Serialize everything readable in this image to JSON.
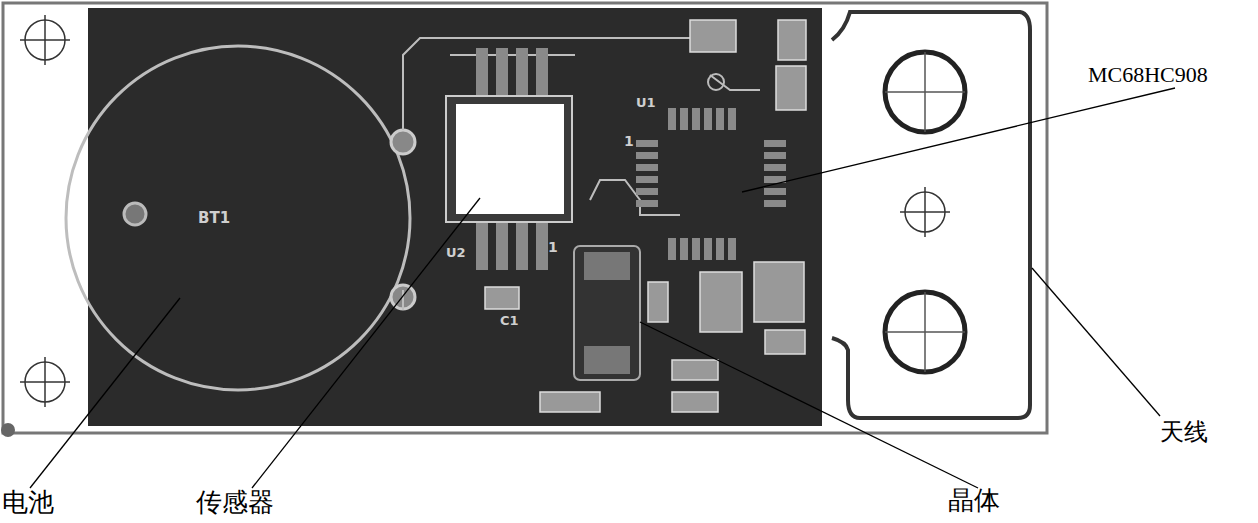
{
  "diagram": {
    "labels": [
      "MC68HC908",
      "天线",
      "电池",
      "传感器",
      "晶体",
      "BT1",
      "U1",
      "1",
      "U2",
      "1",
      "C1"
    ]
  }
}
